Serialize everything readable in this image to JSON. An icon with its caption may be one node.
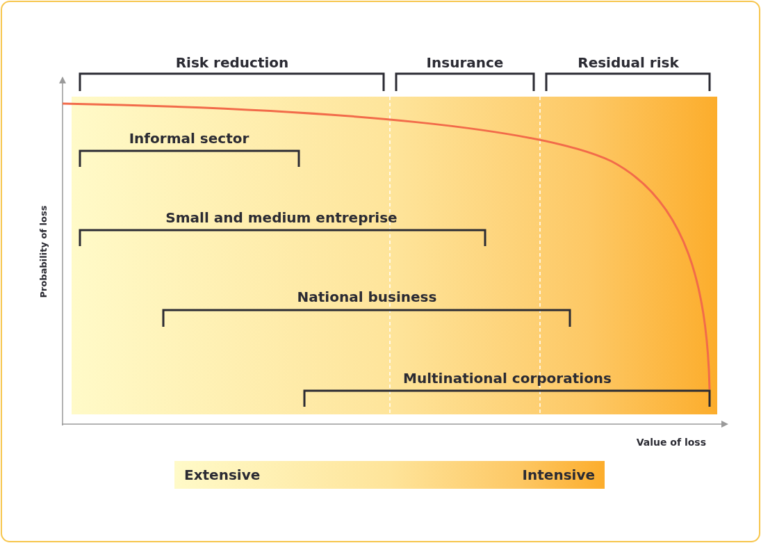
{
  "diagram": {
    "labels": [
      "Risk reduction",
      "Insurance",
      "Residual risk",
      "Informal sector",
      "Small and medium entreprise",
      "National business",
      "Multinational corporations",
      "Probability of loss",
      "Value of loss",
      "Extensive",
      "Intensive"
    ]
  }
}
